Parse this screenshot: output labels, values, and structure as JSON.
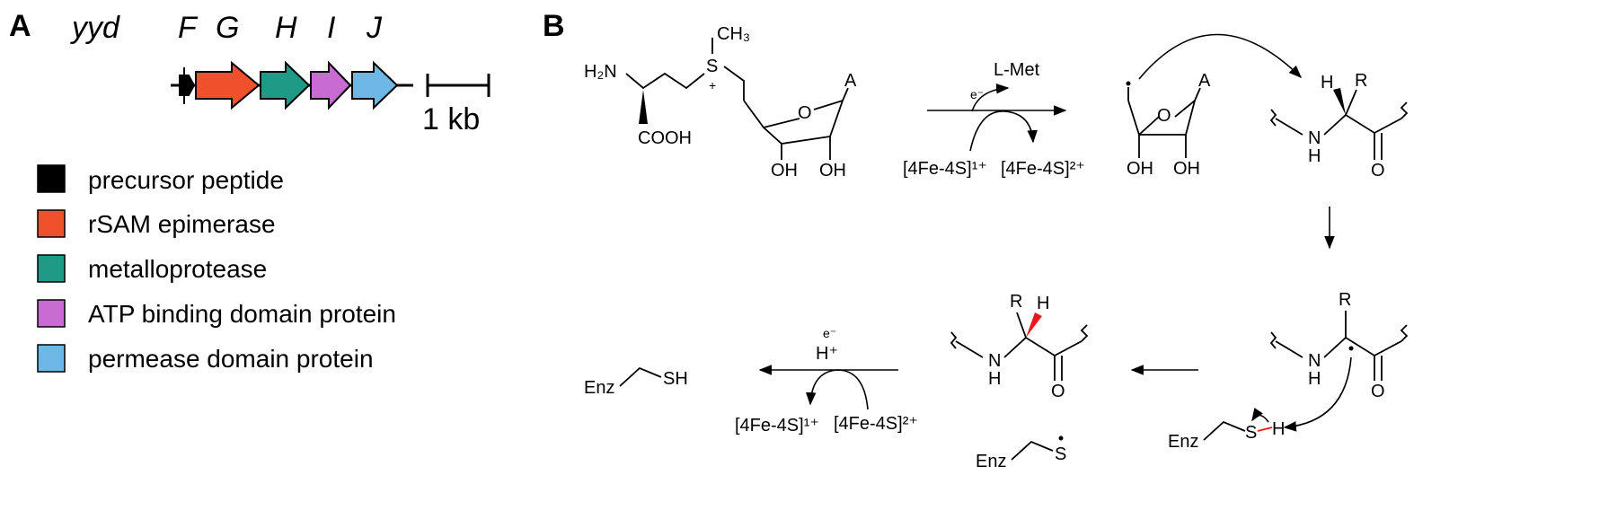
{
  "panel_a": {
    "label": "A",
    "operon_prefix": "yyd",
    "genes": [
      {
        "letter": "F",
        "color": "#000000"
      },
      {
        "letter": "G",
        "color": "#f1502c"
      },
      {
        "letter": "H",
        "color": "#1f9a86"
      },
      {
        "letter": "I",
        "color": "#c86bd3"
      },
      {
        "letter": "J",
        "color": "#6eb8e8"
      }
    ],
    "scale_label": "1 kb",
    "legend": [
      {
        "label": "precursor peptide",
        "color": "#000000"
      },
      {
        "label": "rSAM epimerase",
        "color": "#f1502c"
      },
      {
        "label": "metalloprotease",
        "color": "#1f9a86"
      },
      {
        "label": "ATP binding domain protein",
        "color": "#c86bd3"
      },
      {
        "label": "permease domain protein",
        "color": "#6eb8e8"
      }
    ]
  },
  "panel_b": {
    "label": "B",
    "sam": {
      "amine": "H₂N",
      "acid": "COOH",
      "sulfur": "S",
      "plus": "+",
      "methyl": "CH₃",
      "ring_o": "O",
      "base": "A",
      "oh_left": "OH",
      "oh_right": "OH"
    },
    "step1": {
      "product": "L-Met",
      "electron": "e⁻",
      "fes_left": "[4Fe-4S]¹⁺",
      "fes_right": "[4Fe-4S]²⁺",
      "fes_color": "#1aa9a9"
    },
    "radical": {
      "ring_o": "O",
      "base": "A",
      "oh_left": "OH",
      "oh_right": "OH"
    },
    "peptide_top": {
      "h": "H",
      "r": "R",
      "nh_n": "N",
      "nh_h": "H",
      "o": "O"
    },
    "peptide_mid": {
      "r": "R",
      "nh_n": "N",
      "nh_h": "H",
      "o": "O"
    },
    "thiol_enz": {
      "enz": "Enz",
      "s": "S",
      "h": "H",
      "h_color": "#e8191c"
    },
    "peptide_bottom": {
      "r": "R",
      "h": "H",
      "h_color": "#e8191c",
      "nh_n": "N",
      "nh_h": "H",
      "o": "O"
    },
    "thiyl_enz": {
      "enz": "Enz",
      "s": "S"
    },
    "step_last": {
      "electron": "e⁻",
      "proton": "H⁺",
      "fes_left": "[4Fe-4S]¹⁺",
      "fes_right": "[4Fe-4S]²⁺",
      "fes_color": "#f39b6e"
    },
    "enz_sh": {
      "enz": "Enz",
      "sh": "SH"
    }
  }
}
